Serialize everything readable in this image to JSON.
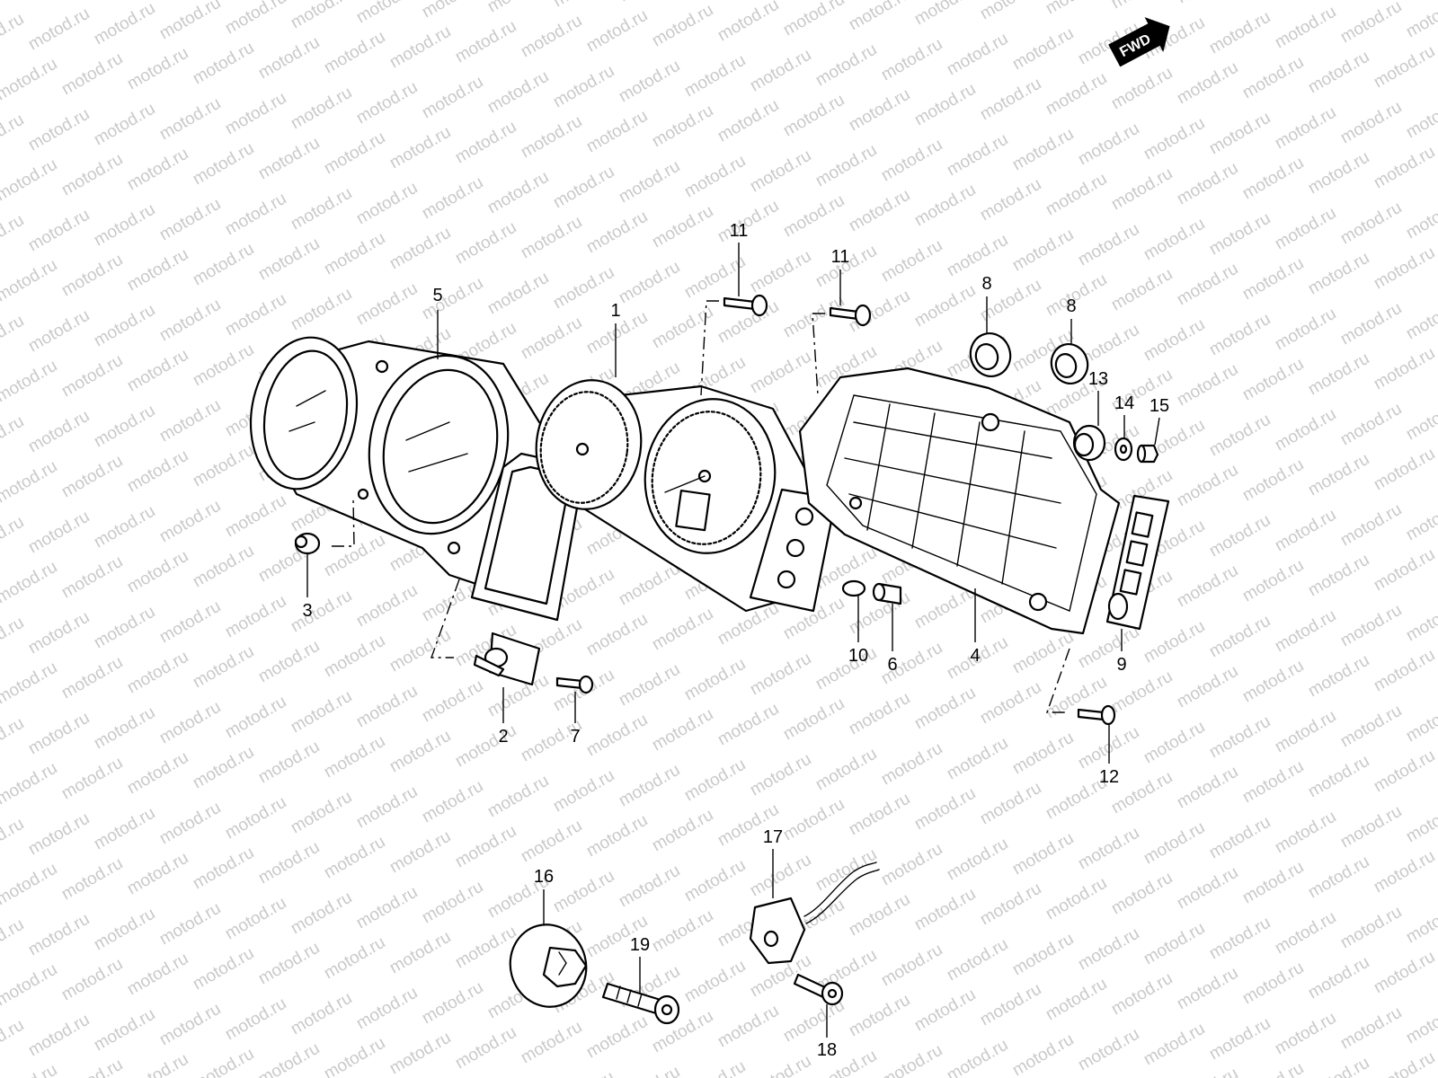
{
  "watermark": "motod.ru",
  "fwd_badge": "FWD",
  "callouts": [
    {
      "id": "c1",
      "text": "1"
    },
    {
      "id": "c2",
      "text": "2"
    },
    {
      "id": "c3",
      "text": "3"
    },
    {
      "id": "c4",
      "text": "4"
    },
    {
      "id": "c5",
      "text": "5"
    },
    {
      "id": "c6",
      "text": "6"
    },
    {
      "id": "c7",
      "text": "7"
    },
    {
      "id": "c8a",
      "text": "8"
    },
    {
      "id": "c8b",
      "text": "8"
    },
    {
      "id": "c9",
      "text": "9"
    },
    {
      "id": "c10",
      "text": "10"
    },
    {
      "id": "c11a",
      "text": "11"
    },
    {
      "id": "c11b",
      "text": "11"
    },
    {
      "id": "c12",
      "text": "12"
    },
    {
      "id": "c13",
      "text": "13"
    },
    {
      "id": "c14",
      "text": "14"
    },
    {
      "id": "c15",
      "text": "15"
    },
    {
      "id": "c16",
      "text": "16"
    },
    {
      "id": "c17",
      "text": "17"
    },
    {
      "id": "c18",
      "text": "18"
    },
    {
      "id": "c19",
      "text": "19"
    }
  ]
}
